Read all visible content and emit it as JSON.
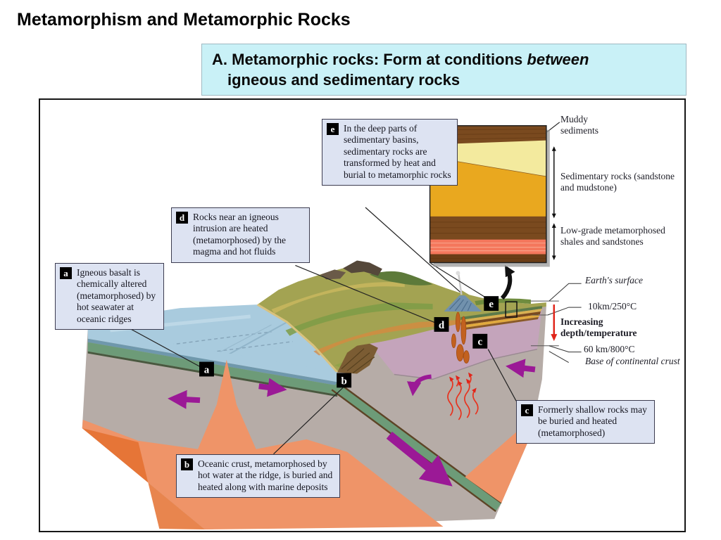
{
  "slide": {
    "title": "Metamorphism and Metamorphic Rocks",
    "subtitle_prefix": "A. Metamorphic rocks: Form at conditions ",
    "subtitle_emphasis": "between",
    "subtitle_line2": "igneous and sedimentary rocks"
  },
  "figure": {
    "callouts": [
      {
        "id": "a",
        "text": "Igneous basalt is chemically altered (metamorphosed) by hot seawater at oceanic ridges"
      },
      {
        "id": "b",
        "text": "Oceanic crust, metamorphosed by hot water at the ridge, is buried and heated along with marine deposits"
      },
      {
        "id": "c",
        "text": "Formerly shallow rocks may be buried and heated (metamorphosed)"
      },
      {
        "id": "d",
        "text": "Rocks near an igneous intrusion are heated (metamorphosed) by the magma and hot fluids"
      },
      {
        "id": "e",
        "text": "In the deep parts of sedimentary basins, sedimentary rocks are transformed by heat and burial to metamorphic rocks"
      }
    ],
    "inset_labels": {
      "muddy": "Muddy sediments",
      "sedimentary": "Sedimentary rocks (sandstone and mudstone)",
      "lowgrade": "Low-grade metamorphosed shales and sandstones"
    },
    "depth_scale": {
      "surface": "Earth's surface",
      "d10": "10km/250°C",
      "increasing": "Increasing depth/temperature",
      "d60": "60 km/800°C",
      "base": "Base of continental crust"
    }
  },
  "colors": {
    "cyan_box": "#c9f1f7",
    "callout_bg": "#dde3f2",
    "mantle_orange": "#ef9468",
    "lithosphere_gray": "#b6aca7",
    "continental_purple": "#c4a4bb",
    "oceanic_green": "#6d9b78",
    "ocean_blue": "#a9cbde",
    "arrow_purple": "#9b1996",
    "hot_red": "#e0241a"
  }
}
